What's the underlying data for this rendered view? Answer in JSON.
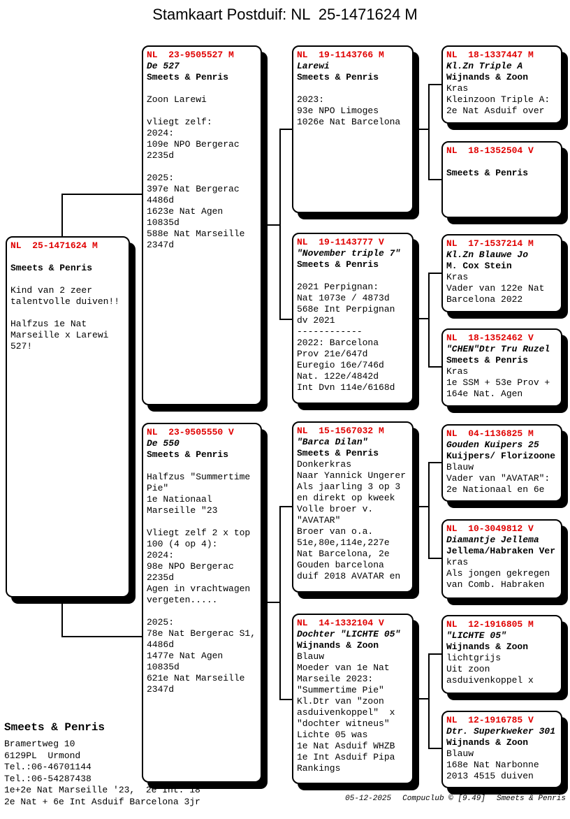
{
  "title": "Stamkaart Postduif: NL  25-1471624 M",
  "accent_color": "#e00000",
  "boxes": {
    "subject": {
      "ring": "NL  25-1471624 M",
      "name": "",
      "owner": "Smeets & Penris",
      "body": [
        "",
        "Kind van 2 zeer",
        "talentvolle duiven!!",
        "",
        "Halfzus 1e Nat",
        "Marseille x Larewi",
        "527!"
      ]
    },
    "sire": {
      "ring": "NL  23-9505527 M",
      "name": "De 527",
      "owner": "Smeets & Penris",
      "body": [
        "",
        "Zoon Larewi",
        "",
        "vliegt zelf:",
        "2024:",
        "109e NPO Bergerac",
        "2235d",
        "",
        "2025:",
        "397e Nat Bergerac",
        "4486d",
        "1623e Nat Agen",
        "10835d",
        "588e Nat Marseille",
        "2347d"
      ]
    },
    "dam": {
      "ring": "NL  23-9505550 V",
      "name": "De 550",
      "owner": "Smeets & Penris",
      "body": [
        "",
        "Halfzus \"Summertime",
        "Pie\"",
        "1e Nationaal",
        "Marseille \"23",
        "",
        "Vliegt zelf 2 x top",
        "100 (4 op 4):",
        "2024:",
        "98e NPO Bergerac",
        "2235d",
        "Agen in vrachtwagen",
        "vergeten.....",
        "",
        "2025:",
        "78e Nat Bergerac S1,",
        "4486d",
        "1477e Nat Agen",
        "10835d",
        "621e Nat Marseille",
        "2347d"
      ]
    },
    "gp1": {
      "ring": "NL  19-1143766 M",
      "name": "Larewi",
      "owner": "Smeets & Penris",
      "body": [
        "",
        "2023:",
        "93e NPO Limoges",
        "1026e Nat Barcelona"
      ]
    },
    "gp2": {
      "ring": "NL  19-1143777 V",
      "name": "\"November triple 7\"",
      "owner": "Smeets & Penris",
      "body": [
        "",
        "2021 Perpignan:",
        "Nat 1073e / 4873d",
        "568e Int Perpignan",
        "dv 2021",
        "------------",
        "2022: Barcelona",
        "Prov 21e/647d",
        "Euregio 16e/746d",
        "Nat. 122e/4842d",
        "Int Dvn 114e/6168d"
      ]
    },
    "gp3": {
      "ring": "NL  15-1567032 M",
      "name": "\"Barca Dilan\"",
      "owner": "Smeets & Penris",
      "body": [
        "Donkerkras",
        "Naar Yannick Ungerer",
        "Als jaarling 3 op 3",
        "en direkt op kweek",
        "Volle broer v.",
        "\"AVATAR\"",
        "Broer van o.a.",
        "51e,80e,114e,227e",
        "Nat Barcelona, 2e",
        "Gouden barcelona",
        "duif 2018 AVATAR en"
      ]
    },
    "gp4": {
      "ring": "NL  14-1332104 V",
      "name": "Dochter \"LICHTE 05\"",
      "owner": "Wijnands & Zoon",
      "body": [
        "Blauw",
        "Moeder van 1e Nat",
        "Marseile 2023:",
        "\"Summertime Pie\"",
        "Kl.Dtr van \"zoon",
        "asduivenkoppel\"  x",
        "\"dochter witneus\"",
        "Lichte 05 was",
        "1e Nat Asduif WHZB",
        "1e Int Asduif Pipa",
        "Rankings"
      ]
    },
    "ggp1": {
      "ring": "NL  18-1337447 M",
      "name": "Kl.Zn Triple A",
      "owner": "Wijnands & Zoon",
      "body": [
        "Kras",
        "Kleinzoon Triple A:",
        "2e Nat Asduif over"
      ]
    },
    "ggp2": {
      "ring": "NL  18-1352504 V",
      "name": "",
      "owner": "Smeets & Penris",
      "body": []
    },
    "ggp3": {
      "ring": "NL  17-1537214 M",
      "name": "Kl.Zn Blauwe Jo",
      "owner": "M. Cox Stein",
      "body": [
        "Kras",
        "Vader van 122e Nat",
        "Barcelona 2022"
      ]
    },
    "ggp4": {
      "ring": "NL  18-1352462 V",
      "name": "\"CHEN\"Dtr Tru Ruzel",
      "owner": "Smeets & Penris",
      "body": [
        "Kras",
        "1e SSM + 53e Prov +",
        "164e Nat. Agen"
      ]
    },
    "ggp5": {
      "ring": "NL  04-1136825 M",
      "name": "Gouden Kuipers 25",
      "owner": "Kuijpers/ Florizoone",
      "body": [
        "Blauw",
        "Vader van \"AVATAR\":",
        "2e Nationaal en 6e"
      ]
    },
    "ggp6": {
      "ring": "NL  10-3049812 V",
      "name": "Diamantje Jellema",
      "owner": "Jellema/Habraken Ver",
      "body": [
        "kras",
        "Als jongen gekregen",
        "van Comb. Habraken"
      ]
    },
    "ggp7": {
      "ring": "NL  12-1916805 M",
      "name": "\"LICHTE 05\"",
      "owner": "Wijnands & Zoon",
      "body": [
        "lichtgrijs",
        "Uit zoon",
        "asduivenkoppel x"
      ]
    },
    "ggp8": {
      "ring": "NL  12-1916785 V",
      "name": "Dtr. Superkweker 301",
      "owner": "Wijnands & Zoon",
      "body": [
        "Blauw",
        "168e Nat Narbonne",
        "2013 4515 duiven"
      ]
    }
  },
  "owner_block": {
    "name": "Smeets & Penris",
    "lines": [
      "Bramertweg 10",
      "6129PL  Urmond",
      "Tel.:06-46701144",
      "Tel.:06-54287438",
      "1e+2e Nat Marseille '23,  2e Int.'18",
      "2e Nat + 6e Int Asduif Barcelona 3jr"
    ]
  },
  "footer": {
    "date": "05-12-2025",
    "software": "Compuclub © [9.49]",
    "owner": "Smeets & Penris"
  }
}
